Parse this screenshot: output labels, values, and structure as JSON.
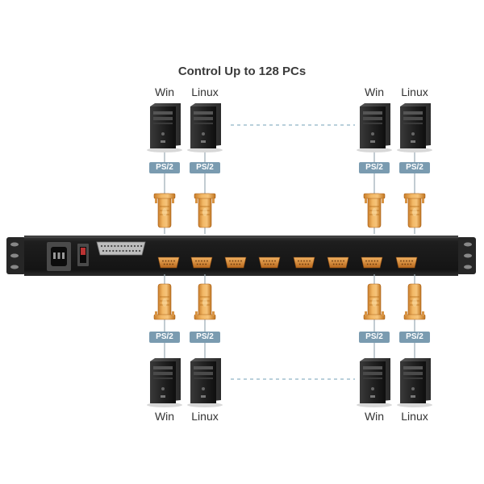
{
  "title": "Control Up to 128 PCs",
  "ps2_label": "PS/2",
  "top_row": [
    {
      "os": "Win"
    },
    {
      "os": "Linux"
    },
    {
      "os": "Win"
    },
    {
      "os": "Linux"
    }
  ],
  "bottom_row": [
    {
      "os": "Win"
    },
    {
      "os": "Linux"
    },
    {
      "os": "Win"
    },
    {
      "os": "Linux"
    }
  ],
  "icons": {
    "computer": "tower-computer-icon",
    "connector": "vga-connector-icon",
    "power_socket": "power-socket-icon",
    "power_switch": "power-switch-icon",
    "db25_port": "db25-port-icon",
    "vga_port": "vga-port-icon"
  },
  "colors": {
    "ps2_badge": "#7a9bb0",
    "connector": "#e8a24a",
    "dashed_line": "#8fb3c5",
    "rack": "#1c1c1c"
  }
}
